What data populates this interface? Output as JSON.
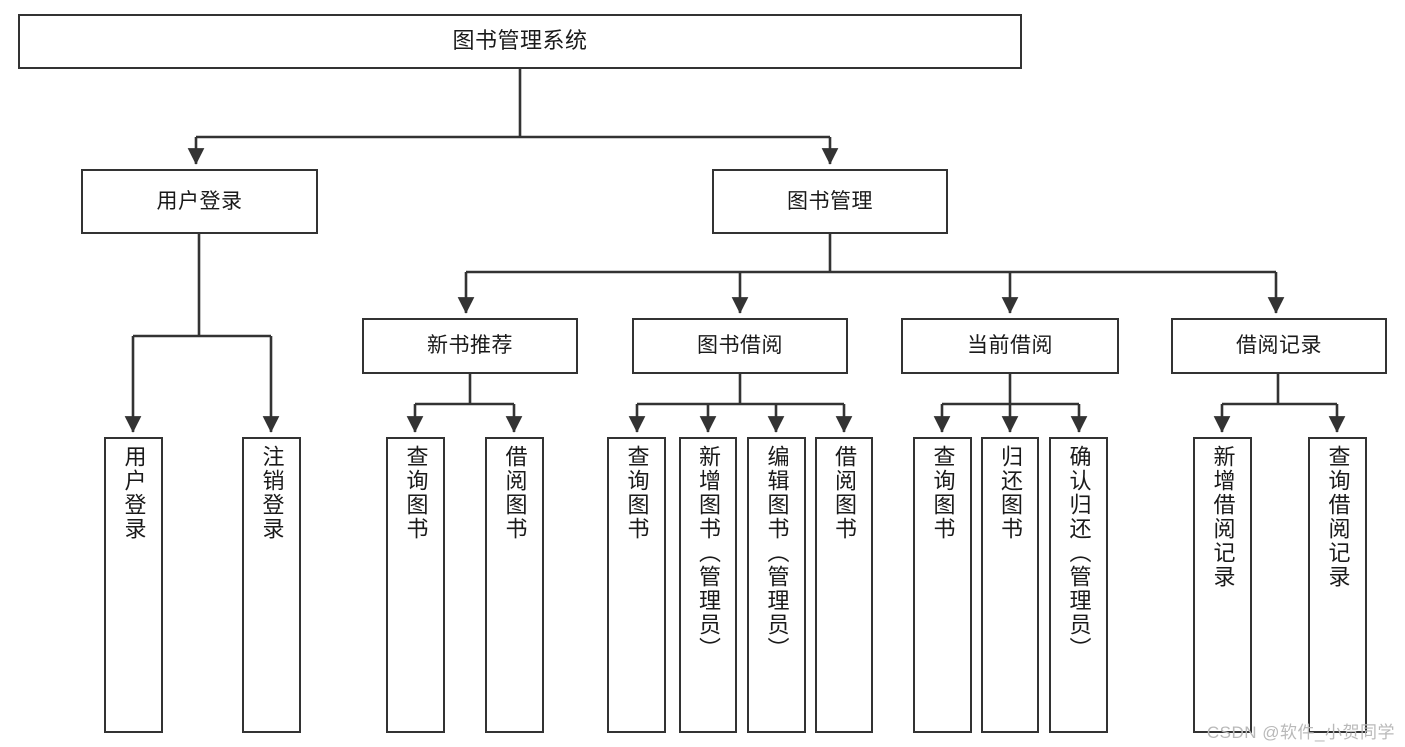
{
  "diagram": {
    "title": "图书管理系统",
    "type": "功能结构图",
    "style": {
      "box_stroke": "#333333",
      "box_fill": "#ffffff",
      "edge_stroke": "#333333",
      "text_color": "#1a1a1a",
      "watermark_color": "#b9b9b9",
      "background": "#ffffff"
    }
  },
  "watermark": {
    "text": "CSDN @软件_小贺同学"
  },
  "nodes": {
    "root": {
      "label": "图书管理系统",
      "level": 0
    },
    "level1": [
      {
        "id": "user-login",
        "label": "用户登录"
      },
      {
        "id": "book-manage",
        "label": "图书管理"
      }
    ],
    "level2": [
      {
        "id": "new-book-recommend",
        "label": "新书推荐",
        "parent": "book-manage"
      },
      {
        "id": "book-borrow",
        "label": "图书借阅",
        "parent": "book-manage"
      },
      {
        "id": "current-borrow",
        "label": "当前借阅",
        "parent": "book-manage"
      },
      {
        "id": "borrow-record",
        "label": "借阅记录",
        "parent": "book-manage"
      }
    ],
    "leaves": [
      {
        "id": "leaf-user-login",
        "label": "用户登录",
        "parent": "user-login"
      },
      {
        "id": "leaf-logout",
        "label": "注销登录",
        "parent": "user-login"
      },
      {
        "id": "leaf-query-book-1",
        "label": "查询图书",
        "parent": "new-book-recommend"
      },
      {
        "id": "leaf-borrow-book-1",
        "label": "借阅图书",
        "parent": "new-book-recommend"
      },
      {
        "id": "leaf-query-book-2",
        "label": "查询图书",
        "parent": "book-borrow"
      },
      {
        "id": "leaf-add-book",
        "label": "新增图书（管理员）",
        "parent": "book-borrow"
      },
      {
        "id": "leaf-edit-book",
        "label": "编辑图书（管理员）",
        "parent": "book-borrow"
      },
      {
        "id": "leaf-borrow-book-2",
        "label": "借阅图书",
        "parent": "book-borrow"
      },
      {
        "id": "leaf-query-book-3",
        "label": "查询图书",
        "parent": "current-borrow"
      },
      {
        "id": "leaf-return-book",
        "label": "归还图书",
        "parent": "current-borrow"
      },
      {
        "id": "leaf-confirm-return",
        "label": "确认归还（管理员）",
        "parent": "current-borrow"
      },
      {
        "id": "leaf-add-record",
        "label": "新增借阅记录",
        "parent": "borrow-record"
      },
      {
        "id": "leaf-query-record",
        "label": "查询借阅记录",
        "parent": "borrow-record"
      }
    ]
  }
}
